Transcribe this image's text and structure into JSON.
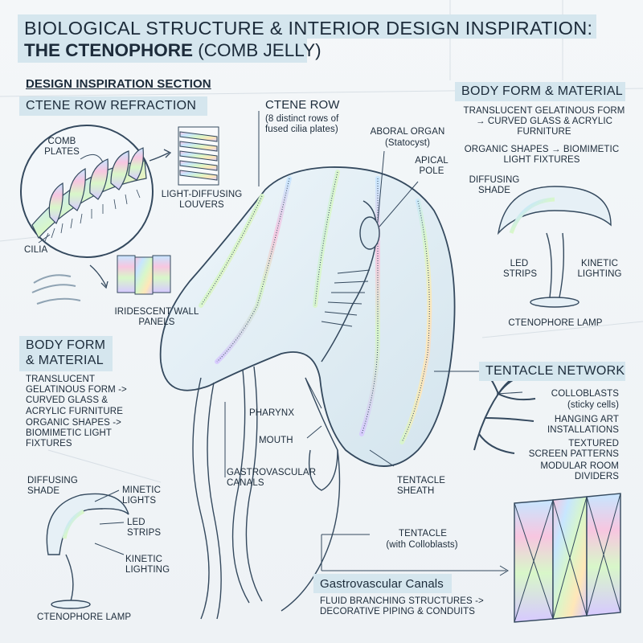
{
  "title": {
    "line1": "BIOLOGICAL STRUCTURE & INTERIOR DESIGN INSPIRATION:",
    "line2_bold": "THE CTENOPHORE",
    "line2_rest": "(COMB JELLY)"
  },
  "left": {
    "section_heading": "DESIGN INSPIRATION SECTION",
    "ctene_refraction": {
      "heading": "CTENE ROW REFRACTION",
      "comb_plates": "COMB PLATES",
      "cilia": "CILIA",
      "louvers": "LIGHT-DIFFUSING LOUVERS",
      "panels": "IRIDESCENT WALL PANELS"
    },
    "body_form": {
      "heading": "BODY FORM & MATERIAL",
      "p1": "TRANSLUCENT GELATINOUS FORM -> CURVED GLASS & ACRYLIC FURNITURE",
      "p2": "ORGANIC SHAPES -> BIOMIMETIC LIGHT FIXTURES"
    },
    "lamp": {
      "diffusing": "DIFFUSING SHADE",
      "minetic": "MINETIC LIGHTS",
      "led": "LED STRIPS",
      "kinetic": "KINETIC LIGHTING",
      "caption": "CTENOPHORE LAMP"
    }
  },
  "center": {
    "ctene_row": "CTENE ROW",
    "ctene_row_sub": "(8 distinct rows of fused cilia plates)",
    "aboral": "ABORAL ORGAN",
    "aboral_sub": "(Statocyst)",
    "apical": "APICAL POLE",
    "pharynx": "PHARYNX",
    "mouth": "MOUTH",
    "gastro": "GASTROVASCULAR CANALS",
    "sheath": "TENTACLE SHEATH",
    "tentacle": "TENTACLE",
    "tentacle_sub": "(with Colloblasts)",
    "canals_heading": "Gastrovascular Canals",
    "canals_text": "FLUID BRANCHING STRUCTURES -> DECORATIVE PIPING & CONDUITS"
  },
  "right": {
    "body_form": {
      "heading": "BODY FORM & MATERIAL",
      "p1": "TRANSLUCENT GELATINOUS FORM → CURVED GLASS & ACRYLIC FURNITURE",
      "p2": "ORGANIC SHAPES → BIOMIMETIC LIGHT FIXTURES"
    },
    "lamp": {
      "diffusing": "DIFFUSING SHADE",
      "led": "LED STRIPS",
      "kinetic": "KINETIC LIGHTING",
      "caption": "CTENOPHORE LAMP"
    },
    "tentacle_net": {
      "heading": "TENTACLE NETWORK",
      "colloblasts": "COLLOBLASTS",
      "colloblasts_sub": "(sticky cells)",
      "hanging": "HANGING ART INSTALLATIONS",
      "screens": "TEXTURED SCREEN PATTERNS",
      "dividers": "MODULAR ROOM DIVIDERS"
    }
  }
}
